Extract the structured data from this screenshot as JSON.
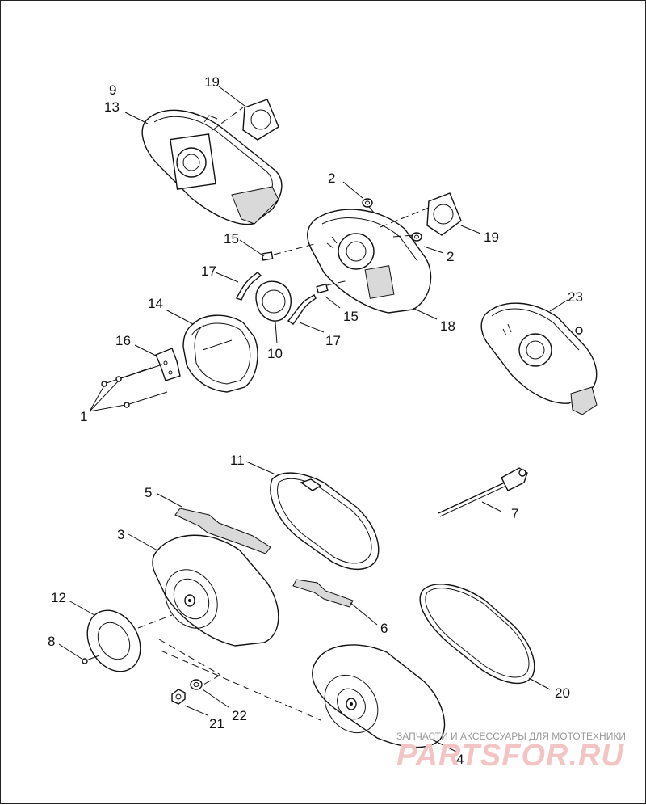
{
  "callouts": {
    "c9": "9",
    "c13": "13",
    "c19a": "19",
    "c2a": "2",
    "c19b": "19",
    "c2b": "2",
    "c15a": "15",
    "c17a": "17",
    "c14": "14",
    "c16": "16",
    "c10": "10",
    "c15b": "15",
    "c17b": "17",
    "c18": "18",
    "c23": "23",
    "c1": "1",
    "c11": "11",
    "c5": "5",
    "c7": "7",
    "c3": "3",
    "c12": "12",
    "c6": "6",
    "c8": "8",
    "c20": "20",
    "c21": "21",
    "c22": "22",
    "c4": "4"
  },
  "watermark": {
    "caption": "ЗАПЧАСТИ И АКСЕССУАРЫ ДЛЯ МОТОТЕХНИКИ",
    "brand": "PARTSFOR.RU"
  }
}
